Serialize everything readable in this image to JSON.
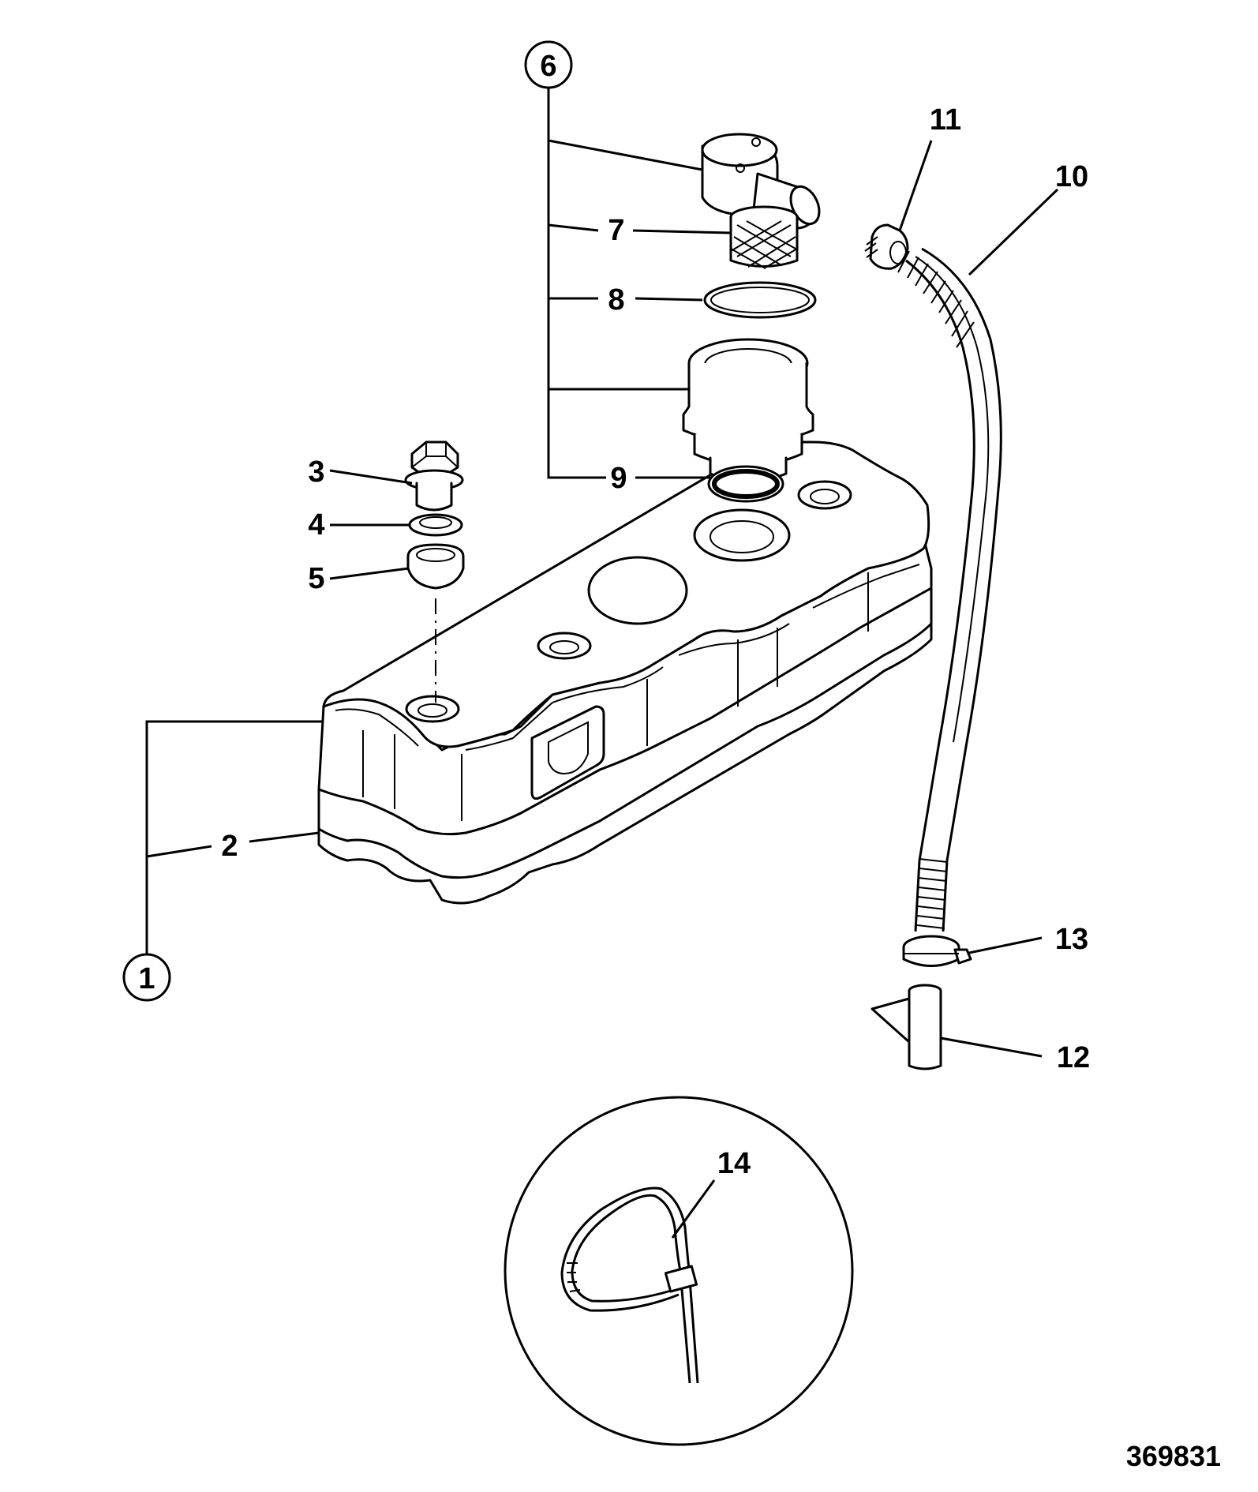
{
  "callouts": [
    {
      "id": "1",
      "label": "1",
      "circled": true
    },
    {
      "id": "2",
      "label": "2"
    },
    {
      "id": "3",
      "label": "3"
    },
    {
      "id": "4",
      "label": "4"
    },
    {
      "id": "5",
      "label": "5"
    },
    {
      "id": "6",
      "label": "6",
      "circled": true
    },
    {
      "id": "7",
      "label": "7"
    },
    {
      "id": "8",
      "label": "8"
    },
    {
      "id": "9",
      "label": "9"
    },
    {
      "id": "10",
      "label": "10"
    },
    {
      "id": "11",
      "label": "11"
    },
    {
      "id": "12",
      "label": "12"
    },
    {
      "id": "13",
      "label": "13"
    },
    {
      "id": "14",
      "label": "14"
    }
  ],
  "reference_number": "369831"
}
